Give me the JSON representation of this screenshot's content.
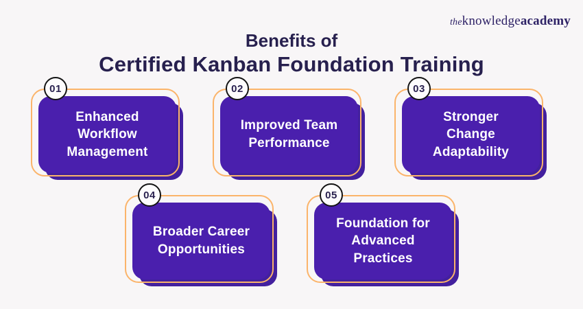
{
  "logo": {
    "the": "the",
    "knowledge": "knowledge",
    "academy": "academy",
    "color": "#2e2266"
  },
  "title": {
    "line1": "Benefits of",
    "line2": "Certified Kanban Foundation Training",
    "color": "#27204e"
  },
  "colors": {
    "background": "#f8f6f7",
    "card_fill": "#4a1fad",
    "card_shadow": "#43209e",
    "card_outline": "#fbb46a",
    "card_text": "#ffffff",
    "badge_fill": "#fdfcfd",
    "badge_border": "#141414",
    "badge_text": "#29214f"
  },
  "cards": [
    {
      "number": "01",
      "label": "Enhanced\nWorkflow\nManagement"
    },
    {
      "number": "02",
      "label": "Improved Team\nPerformance"
    },
    {
      "number": "03",
      "label": "Stronger\nChange\nAdaptability"
    },
    {
      "number": "04",
      "label": "Broader Career\nOpportunities"
    },
    {
      "number": "05",
      "label": "Foundation for\nAdvanced\nPractices"
    }
  ]
}
